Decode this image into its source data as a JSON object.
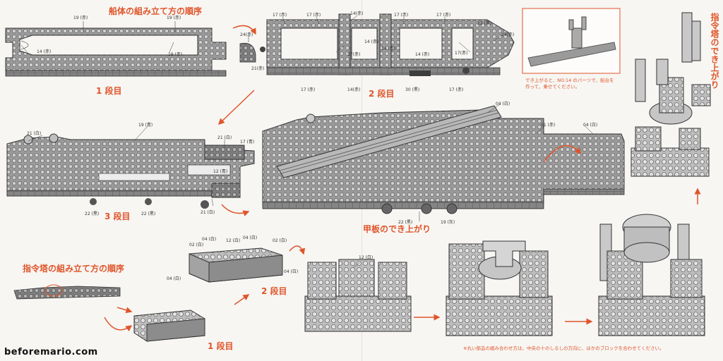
{
  "titles": {
    "hull_order": "船体の組み立て方の順序",
    "tower_order": "指令塔の組み立て方の順序",
    "deck_complete": "甲板のでき上がり",
    "tower_complete": "指令塔のでき上がり"
  },
  "steps": {
    "hull_step1": "1 段目",
    "hull_step2": "2 段目",
    "hull_step3": "3 段目",
    "tower_step1": "1 段目",
    "tower_step2": "2 段目"
  },
  "labels": {
    "s1_19a": "19 (赤)",
    "s1_19b": "19 (赤)",
    "s1_19c": "19 (赤)",
    "s1_14": "14 (赤)",
    "s1_24": "24(赤)",
    "s2_17a": "17 (赤)",
    "s2_17b": "17 (赤)",
    "s2_14top": "14(赤)",
    "s2_17c": "17 (赤)",
    "s2_17d": "17 (赤)",
    "s2_17e": "17 (赤)",
    "s2_22": "22 (黒)",
    "s2_24": "24(赤)",
    "s2_21": "21(赤)",
    "s2_17mid": "17(赤)",
    "s2_14a": "14 (赤)",
    "s2_14b": "14 (赤)",
    "s2_14c": "14 (赤)",
    "s2_17f": "17(赤)",
    "s2_17bot1": "17 (赤)",
    "s2_14bot": "14(赤)",
    "s2_30": "30 (黒)",
    "s2_17bot2": "17 (赤)",
    "s3_21a": "21 (白)",
    "s3_19": "19 (青)",
    "s3_21b": "21 (白)",
    "s3_17": "17 (青)",
    "s3_12": "12 (青)",
    "s3_22a": "22 (黒)",
    "s3_22b": "22 (黒)",
    "s3_21c": "21 (白)",
    "d_04a": "04 (白)",
    "d_01": "01 (赤)",
    "d_04b": "04 (白)",
    "d_22": "22 (黒)",
    "d_19": "19 (灰)",
    "t2_04a": "04 (白)",
    "t2_02a": "02 (白)",
    "t2_12": "12 (白)",
    "t2_04b": "04 (白)",
    "t2_02b": "02 (白)",
    "t2_04c": "04 (白)",
    "t2_04d": "04 (白)",
    "t3_12": "12 (白)"
  },
  "photo_note": "でき上がると、NO.14 のパーツで、船台を作って、乗せてください。",
  "footnote": "※丸い部品の組み合わせ方は、中央の十のしるしの方向に、ほかのブロックを合わせてください。",
  "watermark": "beforemario.com",
  "colors": {
    "accent": "#e0552a",
    "brick": "#8f8f8f",
    "brick_dark": "#5a5a5a",
    "brick_light": "#c9c9c9"
  }
}
